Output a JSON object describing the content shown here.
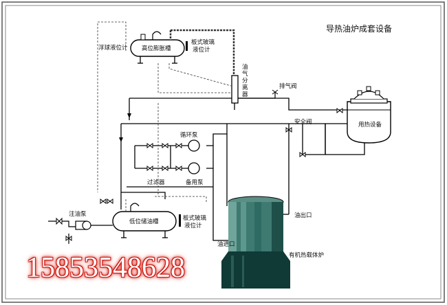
{
  "title": "导热油炉成套设备",
  "labels": {
    "float_gauge": "浮球液位计",
    "high_tank": "高位膨胀槽",
    "plate_gauge_top": "板式玻璃\n液位计",
    "separator": "油\n气\n分\n离\n器",
    "exhaust_valve": "排气阀",
    "safety_valve": "安全阀",
    "user_equipment": "用热设备",
    "circ_pump": "循环泵",
    "filter": "过滤器",
    "spare_pump": "备用泵",
    "oil_inject_pump": "注油泵",
    "low_tank": "低位储油槽",
    "plate_gauge_bottom": "板式玻璃\n液位计",
    "oil_outlet": "油出口",
    "oil_inlet": "油进口",
    "furnace": "有机热载体炉"
  },
  "phone": "15853548628",
  "colors": {
    "line": "#000000",
    "tank_fill": "#ffffff",
    "furnace_top": "#0f3a36",
    "furnace_body": "#2e6b63",
    "phone_glow": "#d01a12"
  }
}
